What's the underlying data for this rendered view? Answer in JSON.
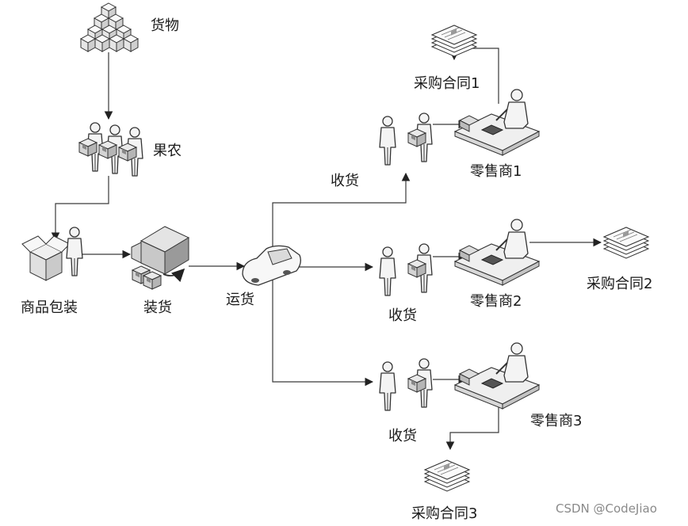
{
  "labels": {
    "goods": "货物",
    "farmer": "果农",
    "packaging": "商品包装",
    "loading": "装货",
    "shipping": "运货",
    "receive1": "收货",
    "receive2": "收货",
    "receive3": "收货",
    "retailer1": "零售商1",
    "retailer2": "零售商2",
    "retailer3": "零售商3",
    "contract1": "采购合同1",
    "contract2": "采购合同2",
    "contract3": "采购合同3"
  },
  "watermark": "CSDN @CodeJiao",
  "colors": {
    "line": "#3a3a3a",
    "figure_fill": "#f4f4f4",
    "figure_stroke": "#333333",
    "background": "#ffffff"
  }
}
